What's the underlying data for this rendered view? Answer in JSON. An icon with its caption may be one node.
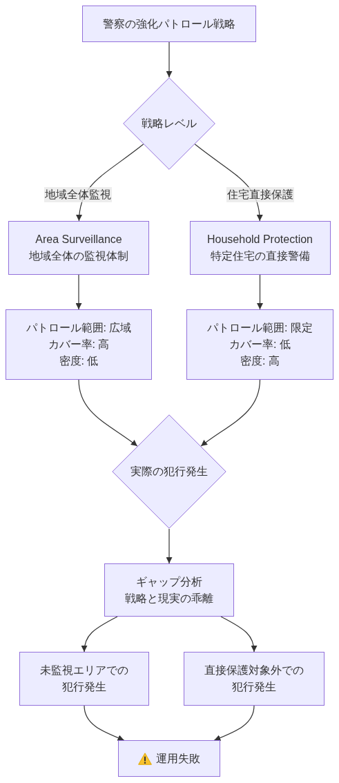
{
  "diagram": {
    "nodes": [
      {
        "text": [
          "警察の強化パトロール戦略"
        ]
      },
      {
        "text": [
          "戦略レベル"
        ]
      },
      {
        "text": [
          "Area Surveillance",
          "地域全体の監視体制"
        ]
      },
      {
        "text": [
          "Household Protection",
          "特定住宅の直接警備"
        ]
      },
      {
        "text": [
          "パトロール範囲: 広域",
          "カバー率: 高",
          "密度: 低"
        ]
      },
      {
        "text": [
          "パトロール範囲: 限定",
          "カバー率: 低",
          "密度: 高"
        ]
      },
      {
        "text": [
          "実際の犯行発生"
        ]
      },
      {
        "text": [
          "ギャップ分析",
          "戦略と現実の乖離"
        ]
      },
      {
        "text": [
          "未監視エリアでの犯行発生"
        ]
      },
      {
        "text": [
          "直接保護対象外での犯行発生"
        ]
      },
      {
        "text": [
          "運用失敗"
        ]
      }
    ],
    "edges": [
      {
        "from": 0,
        "to": 1,
        "arrow": "to"
      },
      {
        "from": 1,
        "to": 2,
        "arrow": "to",
        "label": "地域全体監視"
      },
      {
        "from": 1,
        "to": 3,
        "arrow": "to",
        "label": "住宅直接保護"
      },
      {
        "from": 2,
        "to": 4,
        "arrow": "to"
      },
      {
        "from": 3,
        "to": 5,
        "arrow": "to"
      },
      {
        "from": 4,
        "to": 6,
        "arrow": "to"
      },
      {
        "from": 5,
        "to": 6,
        "arrow": "to"
      },
      {
        "from": 6,
        "to": 7,
        "arrow": "to"
      },
      {
        "from": 7,
        "to": 8,
        "arrow": "to"
      },
      {
        "from": 7,
        "to": 9,
        "arrow": "to"
      },
      {
        "from": 8,
        "to": 10,
        "arrow": "to"
      },
      {
        "from": 9,
        "to": 10,
        "arrow": "to"
      }
    ]
  }
}
